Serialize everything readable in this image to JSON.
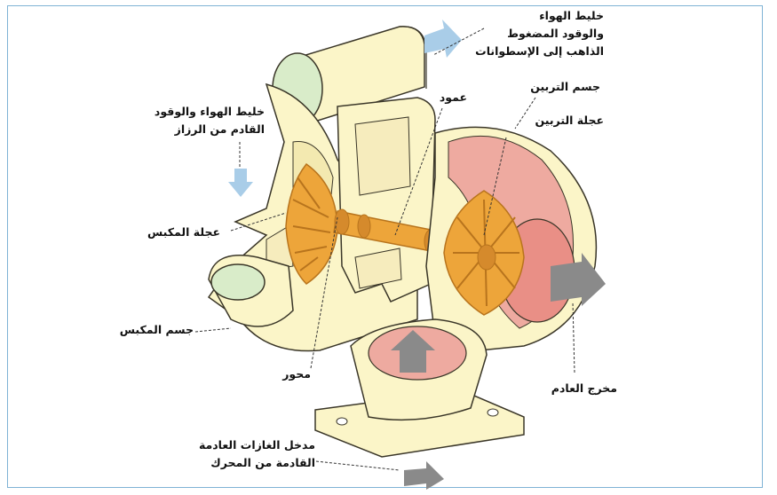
{
  "labels": {
    "mixture_to_cylinders": [
      "خليط الهواء",
      "والوقود المضغوط",
      "الذاهب إلى الإسطوانات"
    ],
    "turbine_housing": "جسم التربين",
    "shaft": "عمود",
    "turbine_wheel": "عجلة التربين",
    "mixture_from_carburetor": [
      "خليط الهواء والوقود",
      "القادم من الرزاز"
    ],
    "compressor_wheel": "عجلة المكبس",
    "compressor_housing": "جسم المكبس",
    "axle": "محور",
    "exhaust_outlet": "مخرج العادم",
    "exhaust_inlet": [
      "مدخل الغازات العادمة",
      "القادمة من المحرك"
    ]
  },
  "colors": {
    "frame_border": "#7fb3d5",
    "housing_fill": "#fbf5c8",
    "housing_stroke": "#3a3628",
    "intake_fill": "#d9ecc9",
    "turbine_fill": "#eeaaa0",
    "turbine_inner": "#e98f86",
    "gold": "#eda53a",
    "gold_dark": "#b8741d",
    "arrow_gray": "#8a8a8a",
    "arrow_blue": "#a9cde8",
    "leader": "#333333"
  }
}
